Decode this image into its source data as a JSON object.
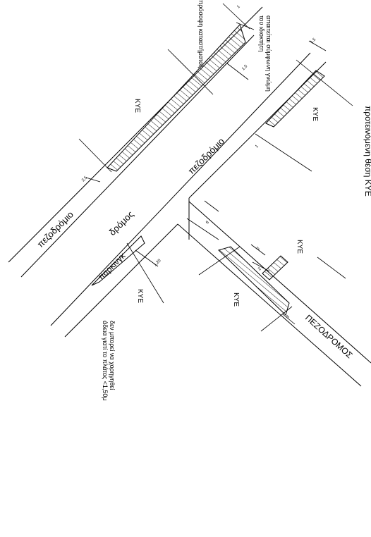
{
  "labels": {
    "pezodromio_top": "πεζοδρόμιο",
    "pezodromio_mid": "πεζοδρόμιο",
    "odos": "δρόμος",
    "parkin": "παρκινγκ",
    "kye_top_left": "ΚΥΕ",
    "kye_top_right": "ΚΥΕ",
    "kye_mid_right": "ΚΥΕ",
    "kye_mid": "ΚΥΕ",
    "kye_bottom_left": "ΚΥΕ",
    "pezodromos": "ΠΕΖΟΔΡΟΜΟΣ",
    "side_heading": "προτεινόμενη θέση ΚΥΕ",
    "note_top_1": "απαιτείται σύμφωνη γνώμη",
    "note_top_2": "του ιδιοκτήτη",
    "note_top_3": "πρόσοψη καταστήματος",
    "note_bottom_1": "δεν μπορεί να χορηγηθεί",
    "note_bottom_2": "άδεια γιατί το πλάτος <1,50μ"
  },
  "dims": {
    "d1": "1",
    "d2": "1,5",
    "d3": "1,5",
    "d4": "2,5",
    "d5": "1",
    "d6": "6",
    "d7": "1,20",
    "d8": "2",
    "d9": "2",
    "d10": "3"
  }
}
